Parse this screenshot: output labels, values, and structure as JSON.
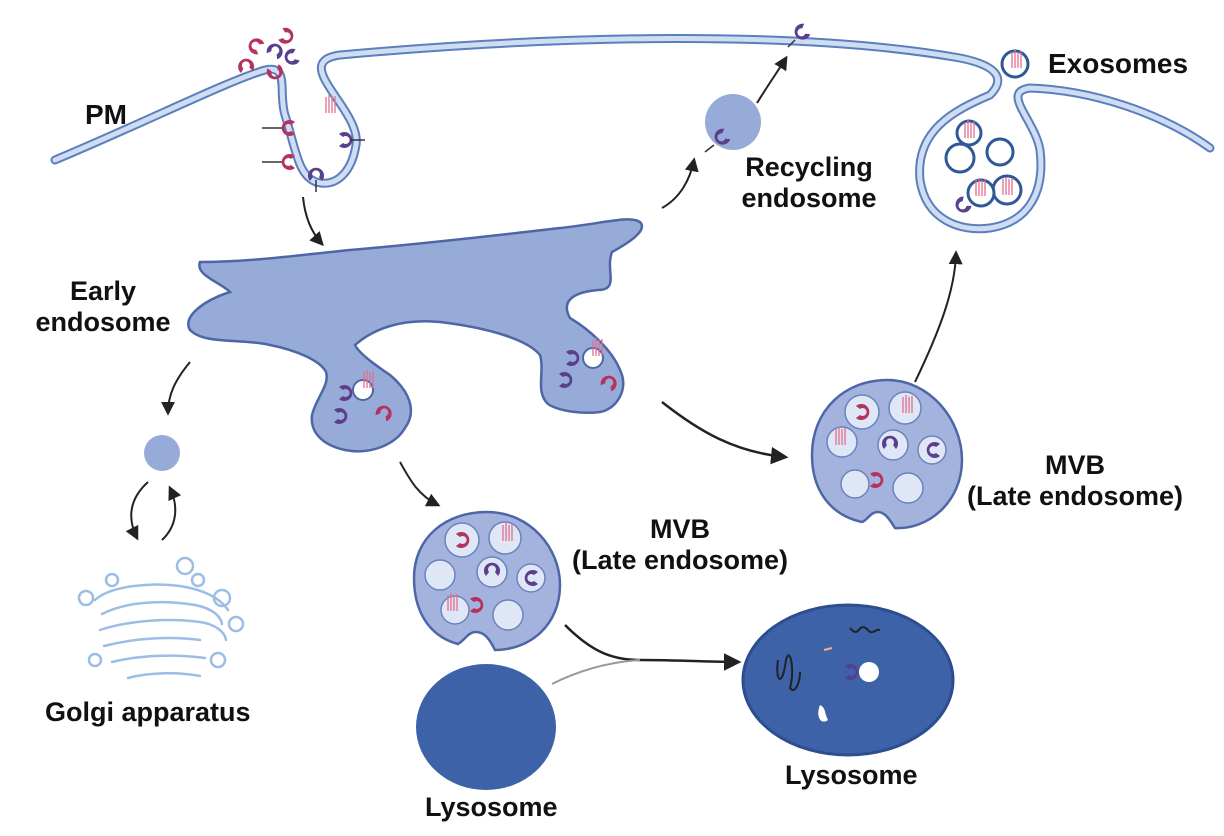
{
  "labels": {
    "pm": "PM",
    "exosomes": "Exosomes",
    "recycling_line1": "Recycling",
    "recycling_line2": "endosome",
    "early_line1": "Early",
    "early_line2": "endosome",
    "mvb_right_line1": "MVB",
    "mvb_right_line2": "(Late endosome)",
    "mvb_center_line1": "MVB",
    "mvb_center_line2": "(Late endosome)",
    "golgi": "Golgi apparatus",
    "lysosome_bottom": "Lysosome",
    "lysosome_right": "Lysosome"
  },
  "colors": {
    "membrane": "#a9c1e6",
    "membrane_stroke": "#5a7fbf",
    "endosome_fill": "#97abd8",
    "endosome_stroke": "#4d66a6",
    "mvb_fill": "#a3b3de",
    "ilv_fill": "#dfe6f5",
    "lysosome_fill": "#3d62a8",
    "receptor_red": "#b5325e",
    "receptor_purple": "#5a3f8c",
    "arrow": "#222222"
  }
}
